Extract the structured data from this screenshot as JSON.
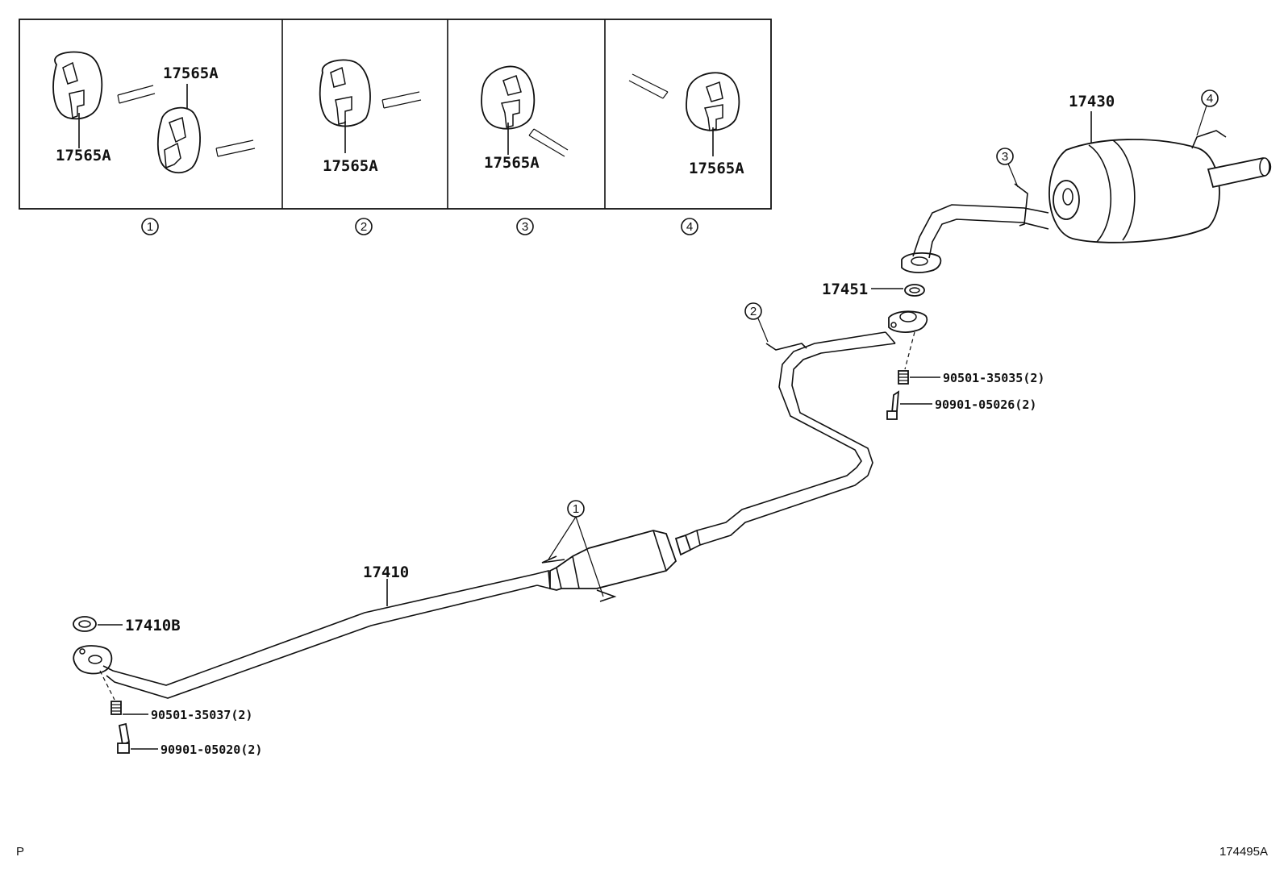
{
  "parts": {
    "insulator": "17565A",
    "pipe_front": "17410",
    "gasket_front": "17410B",
    "muffler": "17430",
    "gasket_rear": "17451",
    "spring_front": "90501-35037(2)",
    "bolt_front": "90901-05020(2)",
    "spring_rear": "90501-35035(2)",
    "bolt_rear": "90901-05026(2)"
  },
  "callouts": [
    "1",
    "2",
    "3",
    "4"
  ],
  "footer": {
    "left": "P",
    "right": "174495A"
  }
}
